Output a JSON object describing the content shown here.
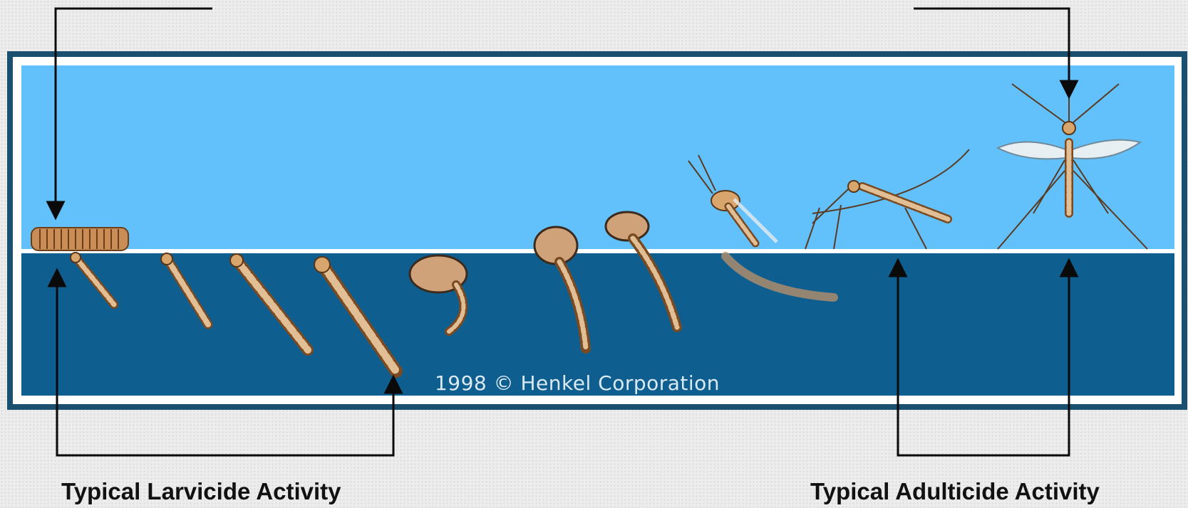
{
  "copyright": "1998 © Henkel Corporation",
  "captions": {
    "larvicide": "Typical Larvicide Activity",
    "adulticide": "Typical Adulticide Activity"
  },
  "colors": {
    "frame": "#1a4f70",
    "air": "#62c1fb",
    "water": "#0e5e8f",
    "surface": "#ffffff",
    "arrow": "#0a0a0a",
    "insect": "#d8a56c",
    "insect_dark": "#7a4a22"
  },
  "stages": [
    "egg-raft",
    "larva",
    "larva",
    "larva",
    "larva",
    "pupa",
    "pupa",
    "pupa",
    "emerging-adult",
    "adult",
    "adult"
  ]
}
